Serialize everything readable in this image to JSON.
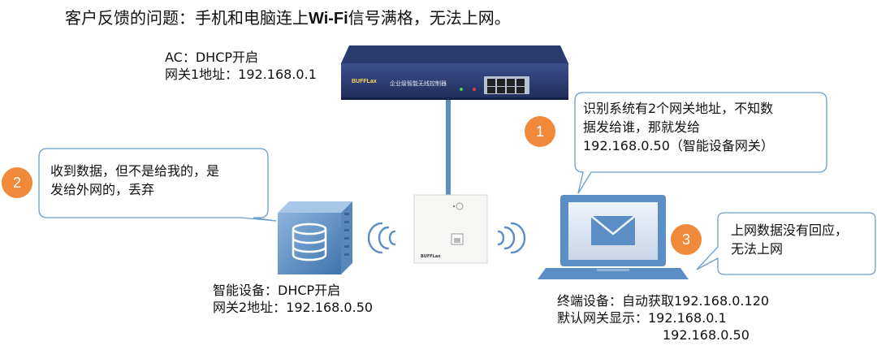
{
  "title": {
    "prefix": "客户反馈的问题：手机和电脑连上",
    "bold": "Wi-Fi",
    "suffix": "信号满格，无法上网。"
  },
  "ac": {
    "line1": "AC：DHCP开启",
    "line2": "网关1地址：192.168.0.1",
    "brand": "BUFFLax",
    "model_text": "企业级智能无线控制器"
  },
  "smart_device": {
    "line1": "智能设备：DHCP开启",
    "line2": "网关2地址：192.168.0.50"
  },
  "terminal": {
    "line1": "终端设备：自动获取192.168.0.120",
    "line2": "默认网关显示：192.168.0.1",
    "line3": "192.168.0.50"
  },
  "ap": {
    "brand": "BUFFLax"
  },
  "bubbles": {
    "b1": {
      "badge": "1",
      "line1": "识别系统有2个网关地址，不知数",
      "line2": "据发给谁，那就发给",
      "line3": "192.168.0.50（智能设备网关）"
    },
    "b2": {
      "badge": "2",
      "line1": "收到数据，但不是给我的，是",
      "line2": "发给外网的，丢弃"
    },
    "b3": {
      "badge": "3",
      "line1": "上网数据没有回应，",
      "line2": "无法上网"
    }
  },
  "colors": {
    "accent_orange": "#f08a3a",
    "bubble_border": "#6a9fd0",
    "device_blue": "#5b8ec4",
    "cable": "#5b8ec4"
  }
}
